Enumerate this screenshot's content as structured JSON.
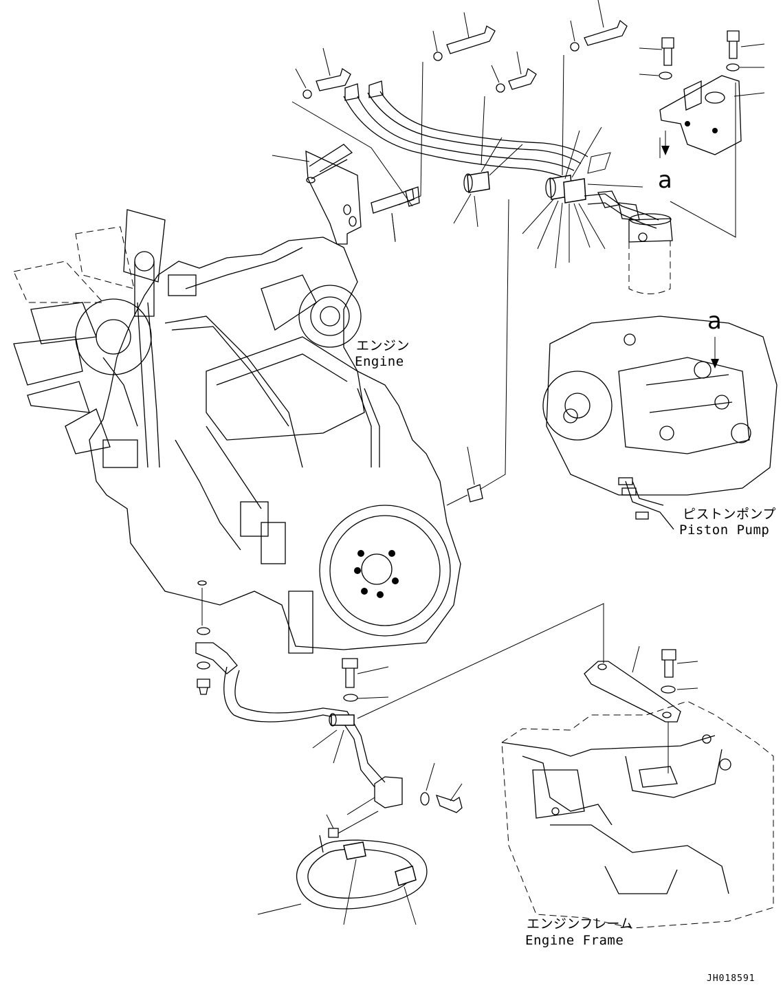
{
  "labels": {
    "engine_jp": "エンジン",
    "engine_en": "Engine",
    "pump_jp": "ピストンポンプ",
    "pump_en": "Piston Pump",
    "frame_jp": "エンジンフレーム",
    "frame_en": "Engine Frame",
    "ref_a_top": "a",
    "ref_a_pump": "a",
    "drawing_no": "JH018591"
  }
}
